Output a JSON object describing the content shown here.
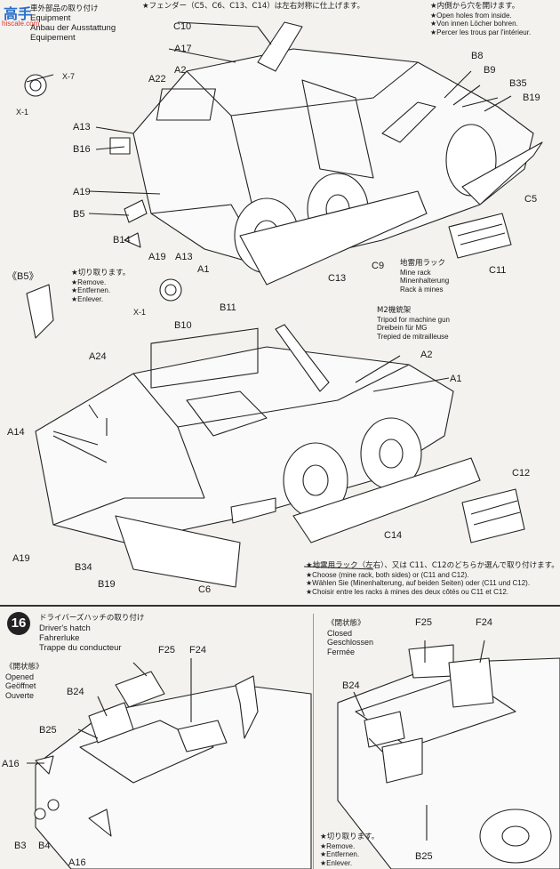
{
  "logo": {
    "text": "高手",
    "url": "hiscale.com"
  },
  "step15": {
    "title_jp": "車外部品の取り付け",
    "title_lines": [
      "Equipment",
      "Anbau der Ausstattung",
      "Equipement"
    ],
    "fender_note": "★フェンダー（C5、C6、C13、C14）は左右対称に仕上げます。",
    "holes_note_jp": "★内側から穴を開けます。",
    "holes_note": [
      "★Open holes from inside.",
      "★Von innen Löcher bohren.",
      "★Percer les trous par l'intérieur."
    ],
    "b5_label": "《B5》",
    "cut_note_jp": "★切り取ります。",
    "cut_note": [
      "★Remove.",
      "★Entfernen.",
      "★Enlever."
    ],
    "mine_rack_jp": "地雷用ラック",
    "mine_rack": [
      "Mine rack",
      "Minenhalterung",
      "Rack à mines"
    ],
    "tripod_jp": "M2機銃架",
    "tripod": [
      "Tripod for machine gun",
      "Dreibein für MG",
      "Trepied de mitrailleuse"
    ],
    "choose_jp": "★地雷用ラック（左右）、又は C11、C12のどちらか選んで取り付けます。",
    "choose": [
      "★Choose (mine rack, both sides) or (C11 and C12).",
      "★Wählen Sie (Minenhalterung, auf beiden Seiten) oder (C11 und C12).",
      "★Choisir entre les racks à mines des deux côtés ou C11 et C12."
    ],
    "parts_top": [
      "C10",
      "A17",
      "A2",
      "A22",
      "X-7",
      "X-1",
      "A13",
      "B16",
      "A19",
      "B5",
      "B14",
      "A19",
      "A13",
      "A1",
      "B8",
      "B9",
      "B35",
      "B19",
      "C5",
      "C9",
      "C11",
      "C13"
    ],
    "parts_mid": [
      "X-1",
      "B11",
      "B10",
      "A24",
      "A14",
      "A2",
      "A1",
      "A19",
      "B34",
      "B19",
      "C6",
      "C14",
      "C12"
    ]
  },
  "step16": {
    "number": "16",
    "title_jp": "ドライバーズハッチの取り付け",
    "title_lines": [
      "Driver's hatch",
      "Fahrerluke",
      "Trappe du conducteur"
    ],
    "opened_jp": "《開状態》",
    "opened": [
      "Opened",
      "Geöffnet",
      "Ouverte"
    ],
    "closed_jp": "《閉状態》",
    "closed": [
      "Closed",
      "Geschlossen",
      "Fermée"
    ],
    "cut_note_jp": "★切り取ります。",
    "cut_note": [
      "★Remove.",
      "★Entfernen.",
      "★Enlever."
    ],
    "parts_left": [
      "F25",
      "F24",
      "B24",
      "B25",
      "A16",
      "B3",
      "B4",
      "A16"
    ],
    "parts_right": [
      "F25",
      "F24",
      "B24",
      "B25"
    ]
  }
}
